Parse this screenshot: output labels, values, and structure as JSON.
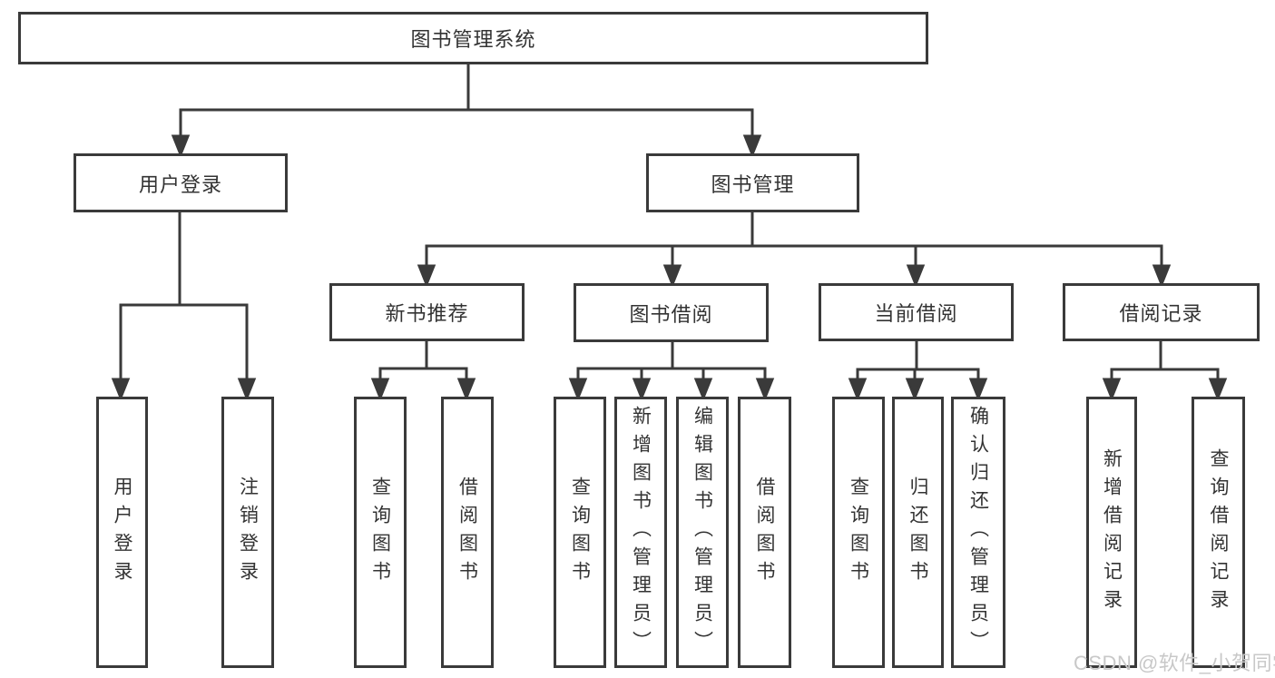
{
  "tree": {
    "root": "图书管理系统",
    "branches": [
      {
        "label": "用户登录",
        "leaves": [
          "用户登录",
          "注销登录"
        ]
      },
      {
        "label": "图书管理",
        "groups": [
          {
            "label": "新书推荐",
            "leaves": [
              "查询图书",
              "借阅图书"
            ]
          },
          {
            "label": "图书借阅",
            "leaves": [
              "查询图书",
              "新增图书（管理员）",
              "编辑图书（管理员）",
              "借阅图书"
            ]
          },
          {
            "label": "当前借阅",
            "leaves": [
              "查询图书",
              "归还图书",
              "确认归还（管理员）"
            ]
          },
          {
            "label": "借阅记录",
            "leaves": [
              "新增借阅记录",
              "查询借阅记录"
            ]
          }
        ]
      }
    ]
  },
  "watermark": {
    "text": "CSDN @软件_小贺同学",
    "color": "#c8c8c8"
  },
  "colors": {
    "line": "#3a3a3a",
    "text": "#333333",
    "box_background": "#ffffff",
    "page_background": "#ffffff"
  }
}
